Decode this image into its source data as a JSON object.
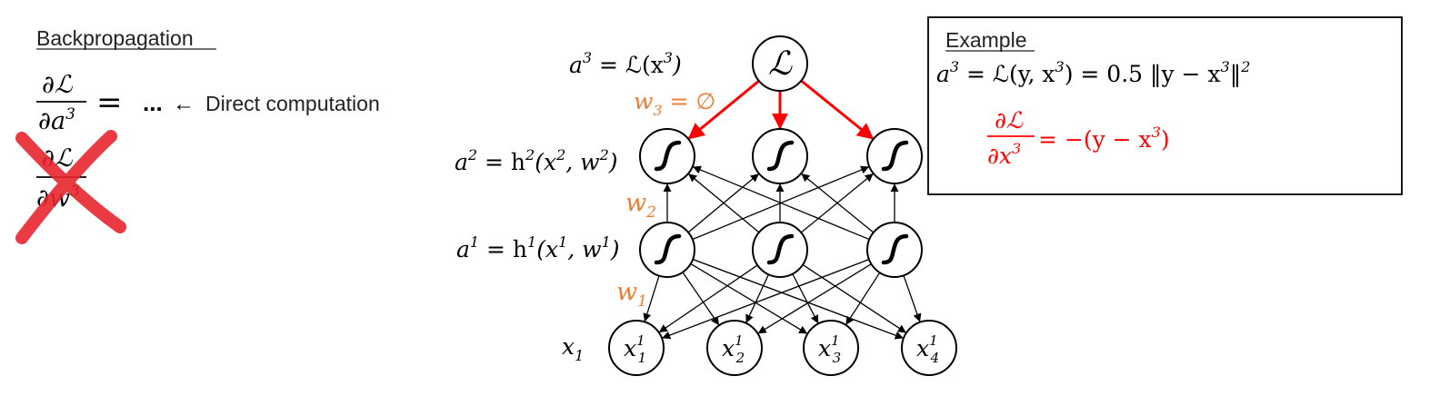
{
  "colors": {
    "black": "#000000",
    "red": "#ff0000",
    "orange": "#ed7d31",
    "cross_red": "#e8262e"
  },
  "left": {
    "title": "Backpropagation",
    "frac1_num": "∂ℒ",
    "frac1_den_base": "∂a",
    "frac1_den_sup": "3",
    "equals": "=",
    "ellipsis": "...",
    "arrow": "←",
    "direct_text": "Direct computation",
    "frac2_num": "∂ℒ",
    "frac2_den_base": "∂w",
    "frac2_den_sup": "3"
  },
  "network": {
    "loss_label": {
      "a": "a",
      "sup": "3",
      "rest_open": " = ℒ(x",
      "sup2": "3",
      "close": ")"
    },
    "loss_node_glyph": "ℒ",
    "w3_label": {
      "w": "w",
      "sub": "3",
      "rest": " = ∅"
    },
    "a2_label": {
      "a": "a",
      "sup": "2",
      "mid": " = h",
      "sup_h": "2",
      "open": "(x",
      "sup_x": "2",
      "comma": ", w",
      "sup_w": "2",
      "close": ")"
    },
    "w2_label": {
      "w": "w",
      "sub": "2"
    },
    "a1_label": {
      "a": "a",
      "sup": "1",
      "mid": " = h",
      "sup_h": "1",
      "open": "(x",
      "sup_x": "1",
      "comma": ", w",
      "sup_w": "1",
      "close": ")"
    },
    "w1_label": {
      "w": "w",
      "sub": "1"
    },
    "x_label": {
      "x": "x",
      "sub": "1"
    },
    "sigmoid_glyph": "ʃ",
    "inputs": [
      {
        "x": "x",
        "sup": "1",
        "sub": "1"
      },
      {
        "x": "x",
        "sup": "1",
        "sub": "2"
      },
      {
        "x": "x",
        "sup": "1",
        "sub": "3"
      },
      {
        "x": "x",
        "sup": "1",
        "sub": "4"
      }
    ]
  },
  "example": {
    "title": "Example",
    "eq1": {
      "a": "a",
      "sup": "3",
      "rest": " = ℒ(y, x",
      "sup2": "3",
      "rest2": ") = 0.5 ‖y − x",
      "sup3": "3",
      "rest3": "‖",
      "sup4": "2"
    },
    "frac_num": "∂ℒ",
    "frac_den_base": "∂x",
    "frac_den_sup": "3",
    "rhs": "= −(y − x",
    "rhs_sup": "3",
    "rhs_close": ")"
  }
}
